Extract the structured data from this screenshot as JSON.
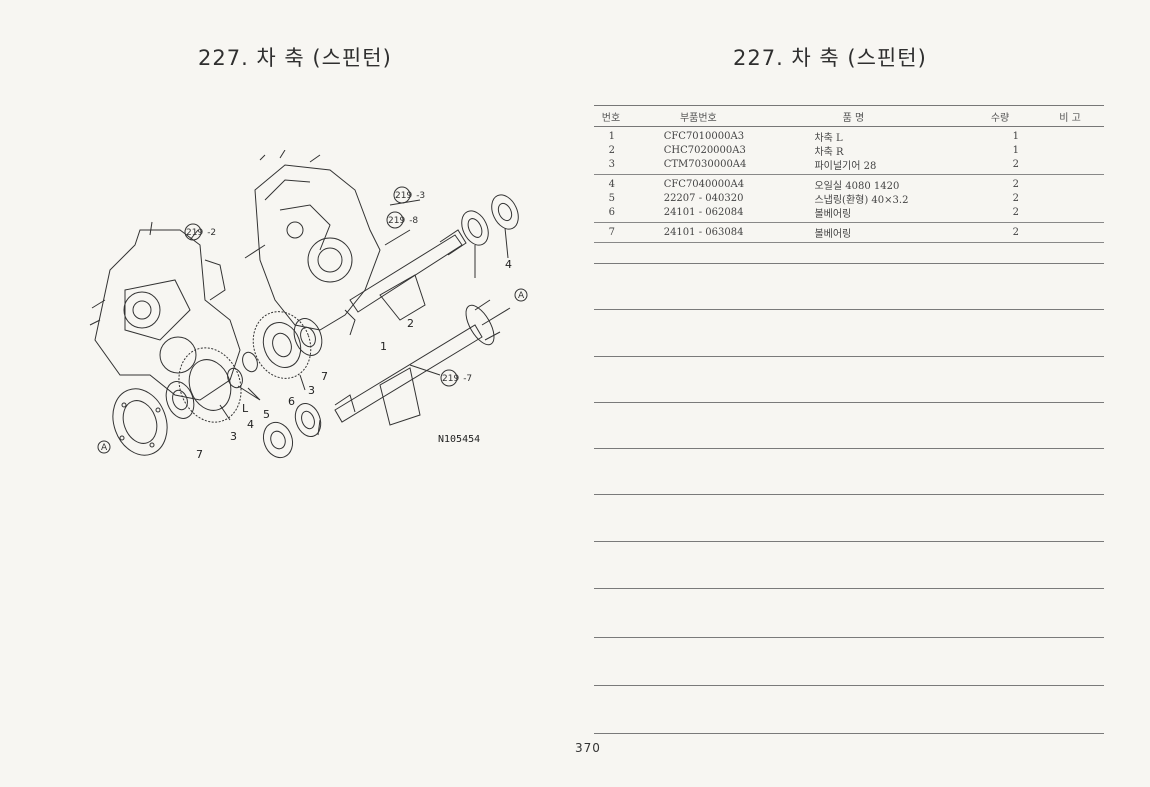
{
  "left_page": {
    "title": "227. 차 축 (스핀턴)",
    "diagram": {
      "drawing_id": "N105454",
      "callouts": [
        {
          "ref": "219",
          "suffix": "-2"
        },
        {
          "ref": "219",
          "suffix": "-3"
        },
        {
          "ref": "219",
          "suffix": "-8"
        },
        {
          "ref": "219",
          "suffix": "-7"
        }
      ],
      "part_numbers": [
        "1",
        "2",
        "3",
        "3",
        "4",
        "4",
        "5",
        "6",
        "7",
        "7",
        "L"
      ],
      "markers": [
        "A",
        "A"
      ]
    }
  },
  "right_page": {
    "title": "227. 차 축 (스핀턴)",
    "table": {
      "headers": {
        "no": "번호",
        "part_number": "부품번호",
        "name": "품      명",
        "qty": "수량",
        "note": "비 고"
      },
      "groups": [
        [
          {
            "no": "1",
            "part_number": "CFC7010000A3",
            "name": "차축 L",
            "qty": "1",
            "note": ""
          },
          {
            "no": "2",
            "part_number": "CHC7020000A3",
            "name": "차축 R",
            "qty": "1",
            "note": ""
          },
          {
            "no": "3",
            "part_number": "CTM7030000A4",
            "name": "파이널기어 28",
            "qty": "2",
            "note": ""
          }
        ],
        [
          {
            "no": "4",
            "part_number": "CFC7040000A4",
            "name": "오일실 4080 1420",
            "qty": "2",
            "note": ""
          },
          {
            "no": "5",
            "part_number": "22207 - 040320",
            "name": "스냅링(환형) 40×3.2",
            "qty": "2",
            "note": ""
          },
          {
            "no": "6",
            "part_number": "24101 - 062084",
            "name": "볼베어링",
            "qty": "2",
            "note": ""
          }
        ],
        [
          {
            "no": "7",
            "part_number": "24101 - 063084",
            "name": "볼베어링",
            "qty": "2",
            "note": ""
          }
        ]
      ]
    },
    "page_number": "370"
  }
}
